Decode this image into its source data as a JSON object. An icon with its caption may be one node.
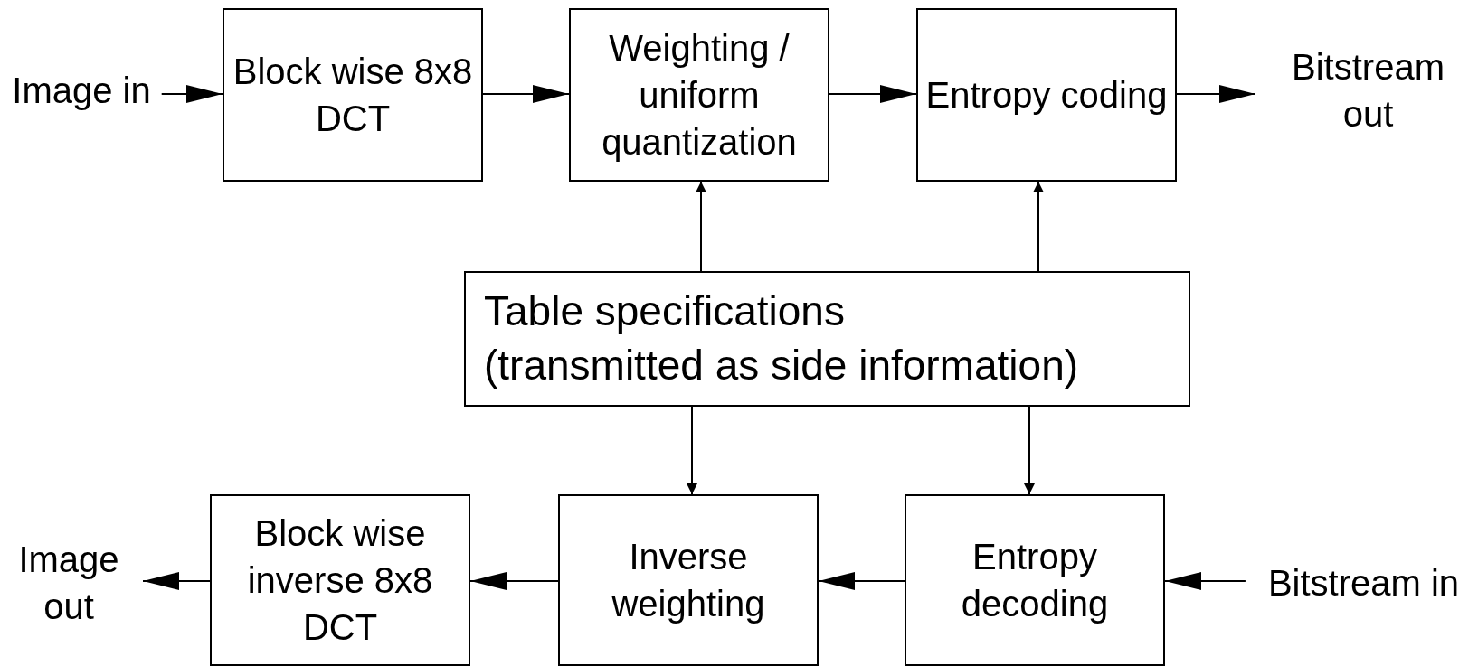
{
  "diagram": {
    "nodes": [
      {
        "text": [
          "Image in"
        ]
      },
      {
        "text": [
          "Block wise 8x8 DCT"
        ]
      },
      {
        "text": [
          "Weighting / uniform quantization"
        ]
      },
      {
        "text": [
          "Entropy coding"
        ]
      },
      {
        "text": [
          "Bitstream out"
        ]
      },
      {
        "text": [
          "Table specifications",
          "(transmitted as side information)"
        ]
      },
      {
        "text": [
          "Image out"
        ]
      },
      {
        "text": [
          "Block wise inverse 8x8 DCT"
        ]
      },
      {
        "text": [
          "Inverse weighting"
        ]
      },
      {
        "text": [
          "Entropy decoding"
        ]
      },
      {
        "text": [
          "Bitstream in"
        ]
      }
    ],
    "edges": [
      {
        "from": 0,
        "to": 1,
        "arrow": "to"
      },
      {
        "from": 1,
        "to": 2,
        "arrow": "to"
      },
      {
        "from": 2,
        "to": 3,
        "arrow": "to"
      },
      {
        "from": 3,
        "to": 4,
        "arrow": "to"
      },
      {
        "from": 5,
        "to": 2,
        "arrow": "to"
      },
      {
        "from": 5,
        "to": 3,
        "arrow": "to"
      },
      {
        "from": 5,
        "to": 8,
        "arrow": "to"
      },
      {
        "from": 5,
        "to": 9,
        "arrow": "to"
      },
      {
        "from": 10,
        "to": 9,
        "arrow": "to"
      },
      {
        "from": 9,
        "to": 8,
        "arrow": "to"
      },
      {
        "from": 8,
        "to": 7,
        "arrow": "to"
      },
      {
        "from": 7,
        "to": 6,
        "arrow": "to"
      }
    ]
  }
}
